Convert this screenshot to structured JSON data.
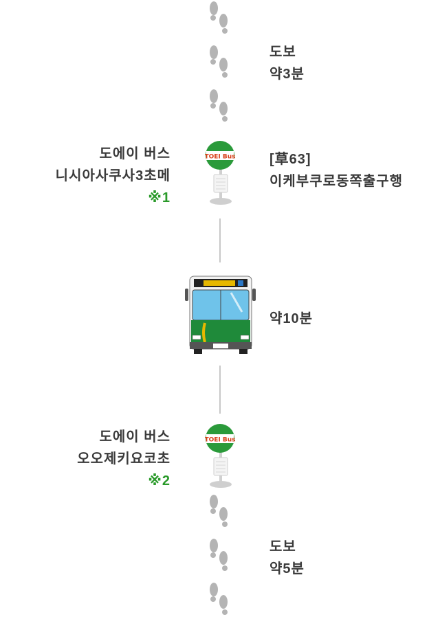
{
  "walk1": {
    "line1": "도보",
    "line2": "약3분"
  },
  "stop1": {
    "left_line1": "도에이 버스",
    "left_line2": "니시아사쿠사3초메",
    "note": "※1",
    "right_line1": "[草63]",
    "right_line2": "이케부쿠로동쪽출구행",
    "sign_text": "TOEI Bus"
  },
  "ride": {
    "duration": "약10분"
  },
  "stop2": {
    "left_line1": "도에이 버스",
    "left_line2": "오오제키요코초",
    "note": "※2",
    "sign_text": "TOEI Bus"
  },
  "walk2": {
    "line1": "도보",
    "line2": "약5분"
  },
  "colors": {
    "accent_green": "#2a9a2a",
    "bus_green": "#1f8a3a",
    "footprint": "#b4b4b4",
    "line": "#c8c8c8"
  },
  "icons": [
    "footprints-icon",
    "bus-stop-icon",
    "bus-icon"
  ]
}
